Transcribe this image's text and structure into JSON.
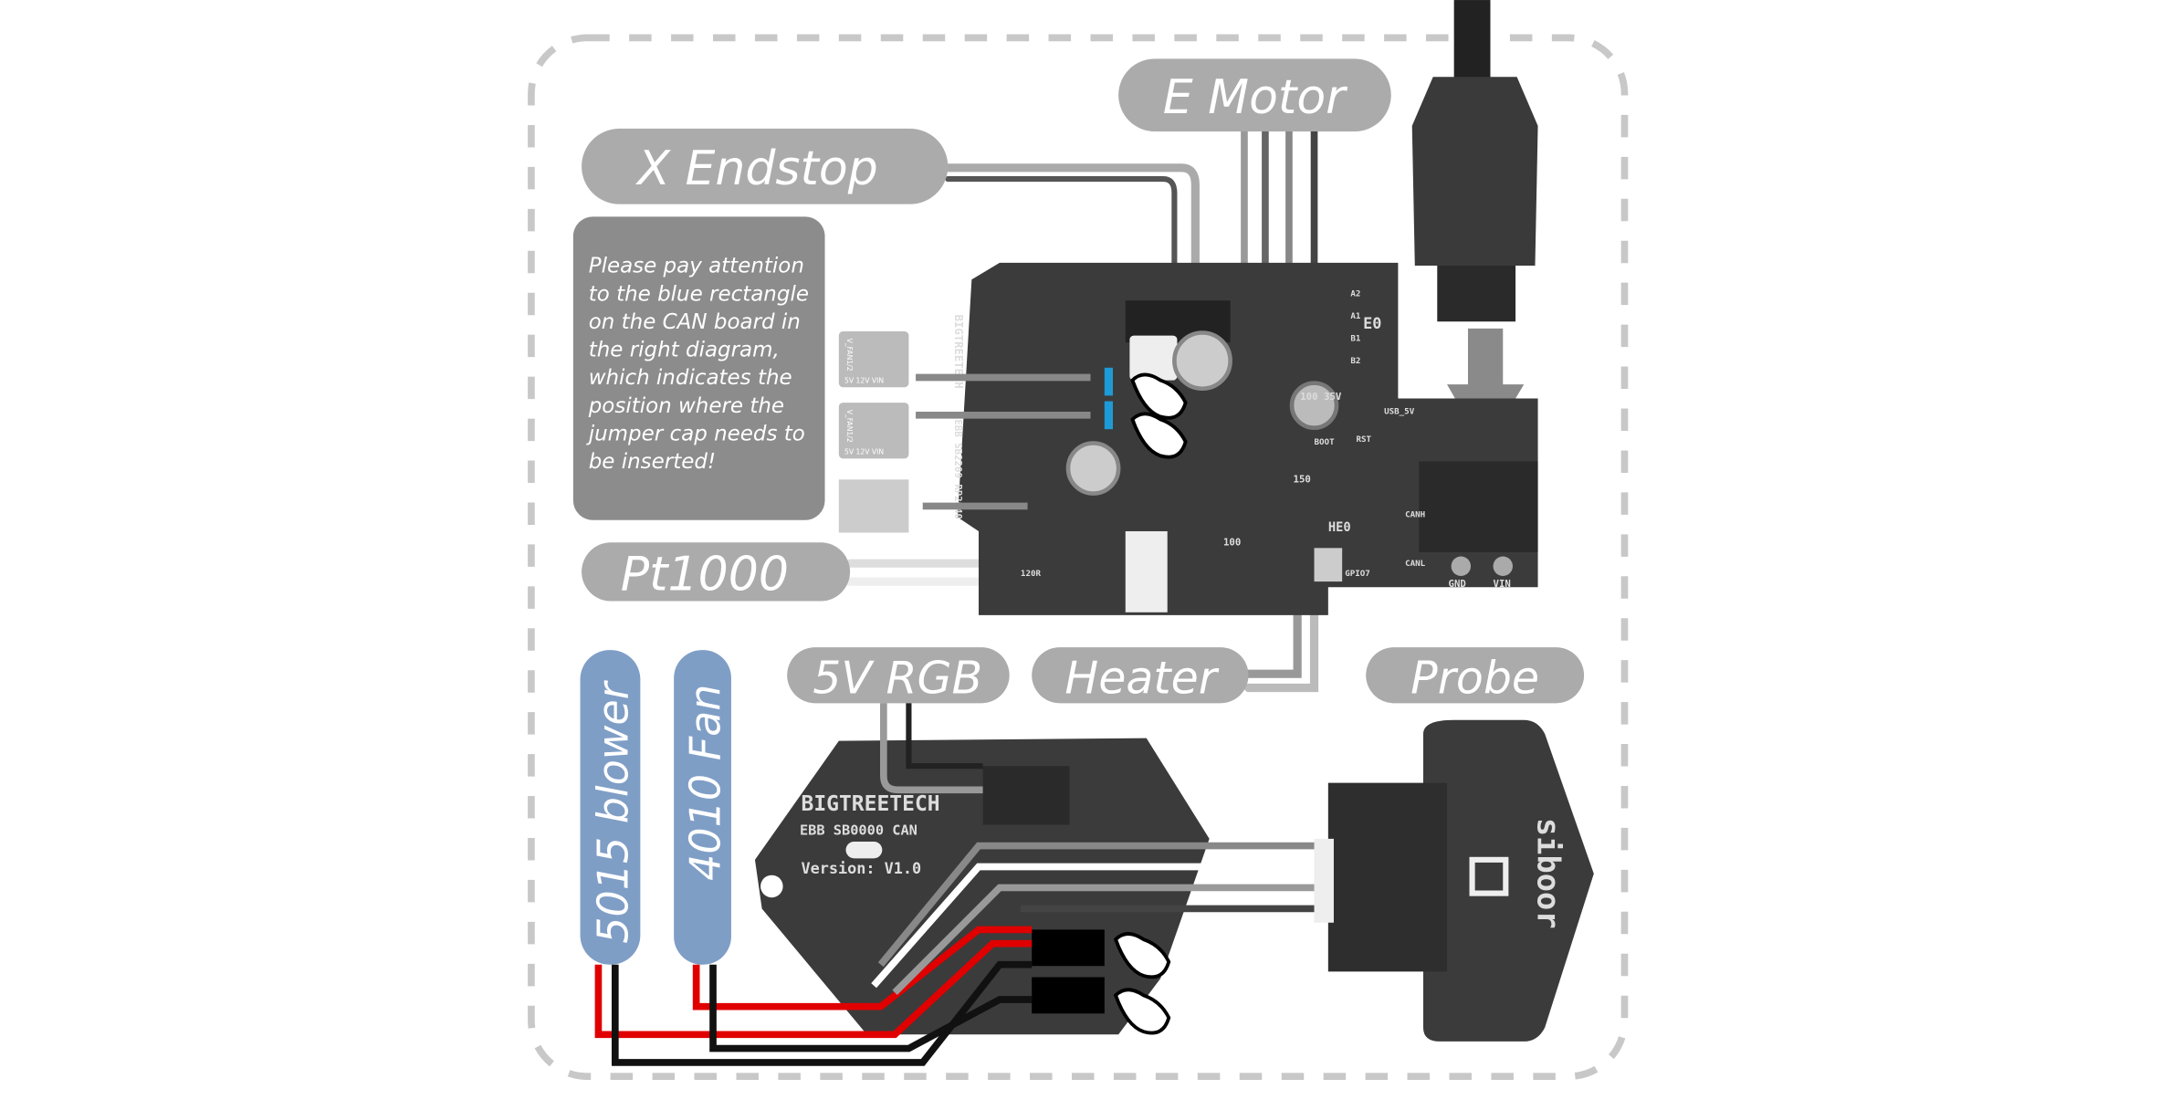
{
  "labels": {
    "e_motor": "E Motor",
    "x_endstop": "X Endstop",
    "pt1000": "Pt1000",
    "rgb": "5V RGB",
    "heater": "Heater",
    "probe": "Probe",
    "blower": "5015 blower",
    "fan": "4010 Fan"
  },
  "note": {
    "lines": [
      "Please pay attention",
      "to the blue rectangle",
      "on the CAN board in",
      "the right diagram,",
      "which indicates the",
      "position where the",
      "jumper cap needs to",
      "be inserted!"
    ]
  },
  "top_board": {
    "name": "EBB SB2209 RP2040",
    "brand": "BIGTREETECH",
    "e0": "E0",
    "pins": [
      "A2",
      "A1",
      "B1",
      "B2"
    ],
    "gnd": "GND",
    "vin": "VIN",
    "canh": "CANH",
    "canl": "CANL",
    "he0": "HE0",
    "gpio7": "GPIO7",
    "usb": "USB_5V",
    "boot": "BOOT",
    "rst": "RST",
    "r120": "120R",
    "cap": "100 35V",
    "inductor1": "150",
    "inductor2": "100"
  },
  "fan_jumper": {
    "label": "V_FAN1/2",
    "options": "5V 12V VIN"
  },
  "bottom_board": {
    "brand": "BIGTREETECH",
    "name": "EBB SB0000 CAN",
    "version": "Version: V1.0"
  },
  "probe_board": {
    "brand": "siboor"
  },
  "colors": {
    "pill": "#ababab",
    "fan_pill": "#7f9ec6",
    "board": "#3b3b3b",
    "jumper": "#1e9ad6",
    "wire_red": "#e00000",
    "wire_black": "#111111",
    "dash": "#c8c8c8"
  }
}
